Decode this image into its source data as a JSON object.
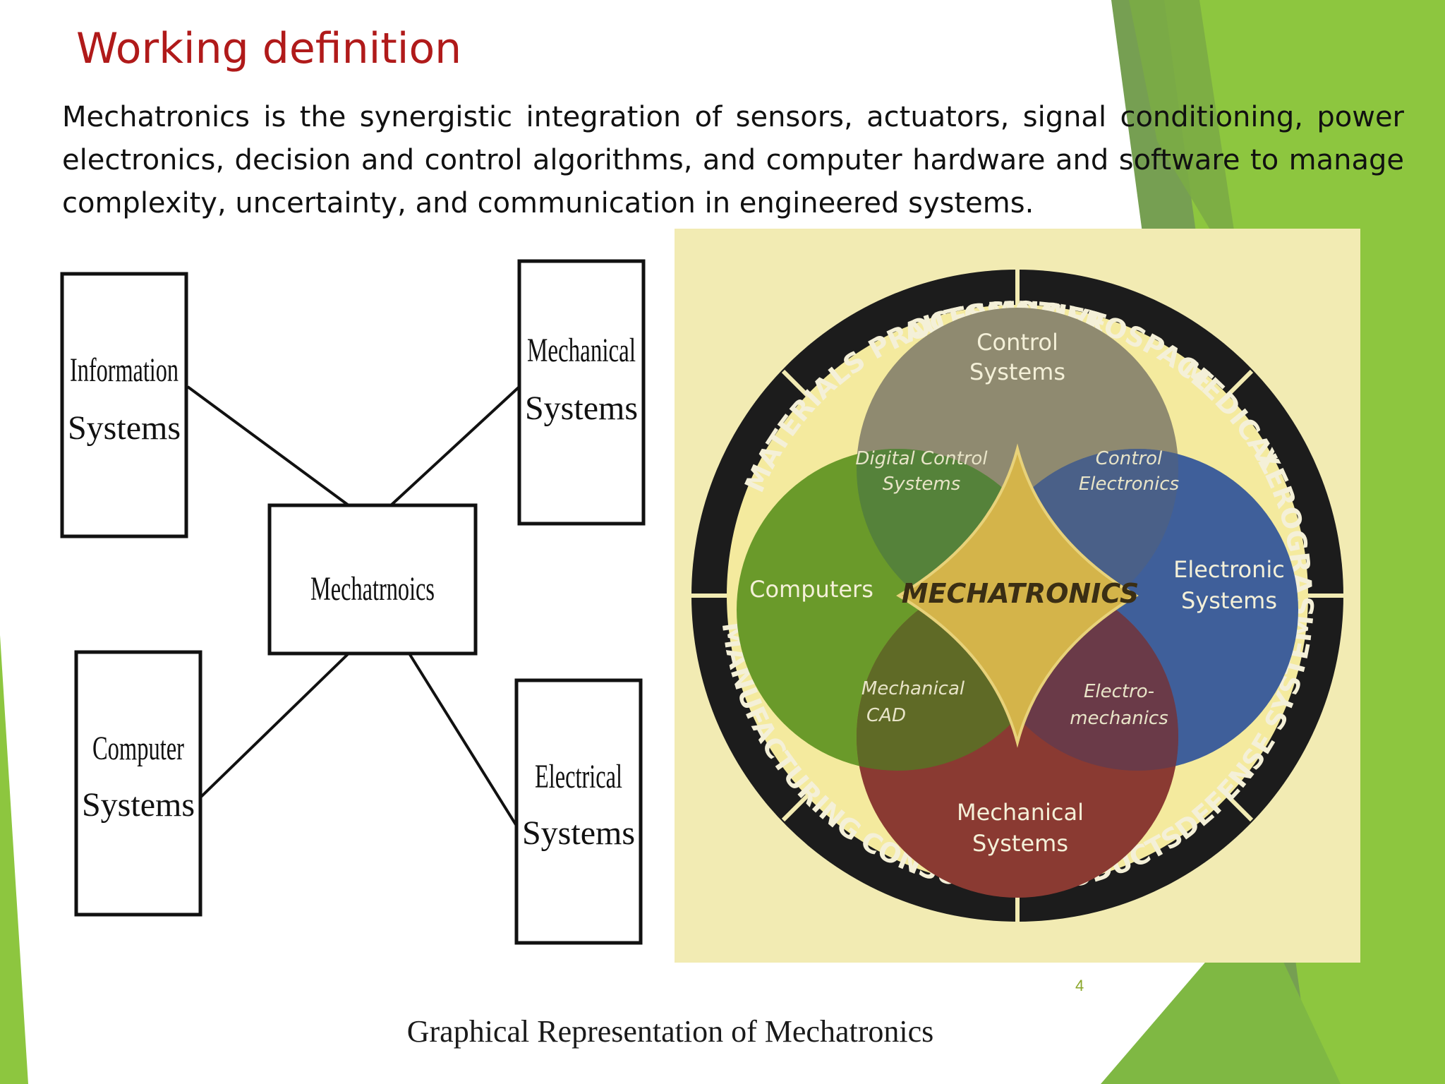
{
  "slide": {
    "title": "Working definition",
    "definition": "Mechatronics is the synergistic integration of sensors, actuators, signal conditioning, power electronics, decision and control algorithms, and computer hardware and software to manage complexity, uncertainty, and communication in engineered systems.",
    "slide_number": "4",
    "caption": "Graphical Representation of Mechatronics"
  },
  "block_diagram": {
    "center": "Mechatrnoics",
    "nodes": [
      {
        "line1": "Information",
        "line2": "Systems"
      },
      {
        "line1": "Mechanical",
        "line2": "Systems"
      },
      {
        "line1": "Computer",
        "line2": "Systems"
      },
      {
        "line1": "Electrical",
        "line2": "Systems"
      }
    ]
  },
  "wheel": {
    "ring_labels": {
      "automotive": "AUTOMOTIVE",
      "aerospace": "AEROSPACE",
      "medical": "MEDICAL",
      "xerography": "XEROGRAPHY",
      "defense": "DEFENSE SYSTEMS",
      "consumer": "CONSUMER PRODUCTS",
      "manufacturing": "MANUFACTURING",
      "materials": "MATERIALS PROCESSING"
    },
    "circles": {
      "control_1": "Control",
      "control_2": "Systems",
      "computers": "Computers",
      "electronic_1": "Electronic",
      "electronic_2": "Systems",
      "mechanical_1": "Mechanical",
      "mechanical_2": "Systems"
    },
    "overlaps": {
      "digital_1": "Digital Control",
      "digital_2": "Systems",
      "control_elec_1": "Control",
      "control_elec_2": "Electronics",
      "mech_cad_1": "Mechanical",
      "mech_cad_2": "CAD",
      "electro_1": "Electro-",
      "electro_2": "mechanics"
    },
    "center": "MECHATRONICS"
  },
  "colors": {
    "title": "#b01a1a",
    "accent_green": "#8dc63f",
    "dark_green": "#6a9a3a",
    "ring_dark": "#1c1c1c",
    "panel_bg": "#f2ebb3",
    "control_circle": "#8f8a70",
    "computers_circle": "#6a9a2a",
    "electronic_circle": "#3f5f9a",
    "mechanical_circle": "#8a3a32",
    "center_star": "#d4b44a"
  }
}
